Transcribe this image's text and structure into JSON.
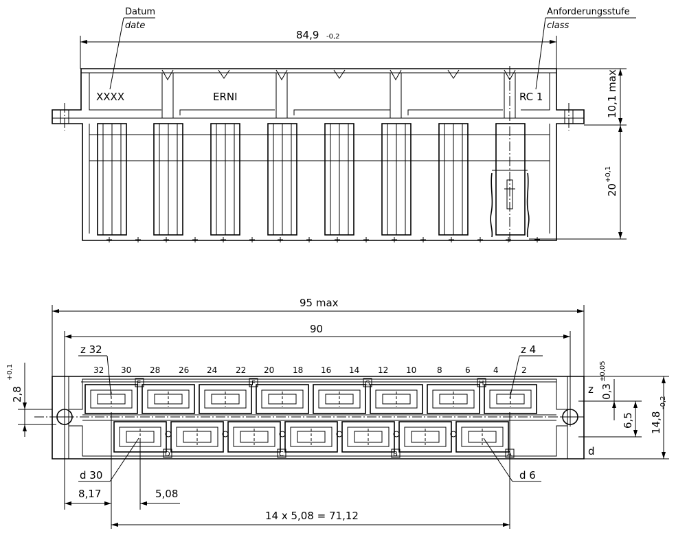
{
  "labels": {
    "datum": "Datum",
    "date": "date",
    "class_de": "Anforderungsstufe",
    "class_en": "class",
    "marking_date": "XXXX",
    "marking_maker": "ERNI",
    "marking_class": "RC 1"
  },
  "dims": {
    "length_main": "84,9",
    "length_tol": "-0,2",
    "height_top": "10,1 max",
    "height_pins": "20",
    "height_pins_tol": "+0,1",
    "overall_max": "95 max",
    "hole_pitch": "90",
    "hole_offset": "2,8",
    "hole_offset_tol": "+0,1",
    "row_offset": "0,3",
    "row_offset_tol": "±0,05",
    "row_spacing": "6,5",
    "width": "14,8",
    "width_tol": "-0,2",
    "offset_first": "8,17",
    "pitch": "5,08",
    "total_pitch": "14 x 5,08 = 71,12"
  },
  "rows": {
    "z_label": "z",
    "d_label": "d",
    "z_first": "z 32",
    "z_last": "z 4",
    "d_first": "d 30",
    "d_last": "d 6"
  },
  "column_numbers": [
    "32",
    "30",
    "28",
    "26",
    "24",
    "22",
    "20",
    "18",
    "16",
    "14",
    "12",
    "10",
    "8",
    "6",
    "4",
    "2"
  ],
  "coding_top": [
    "E",
    "F",
    "G",
    "H"
  ],
  "coding_bottom": [
    "D",
    "C",
    "B",
    "A"
  ]
}
